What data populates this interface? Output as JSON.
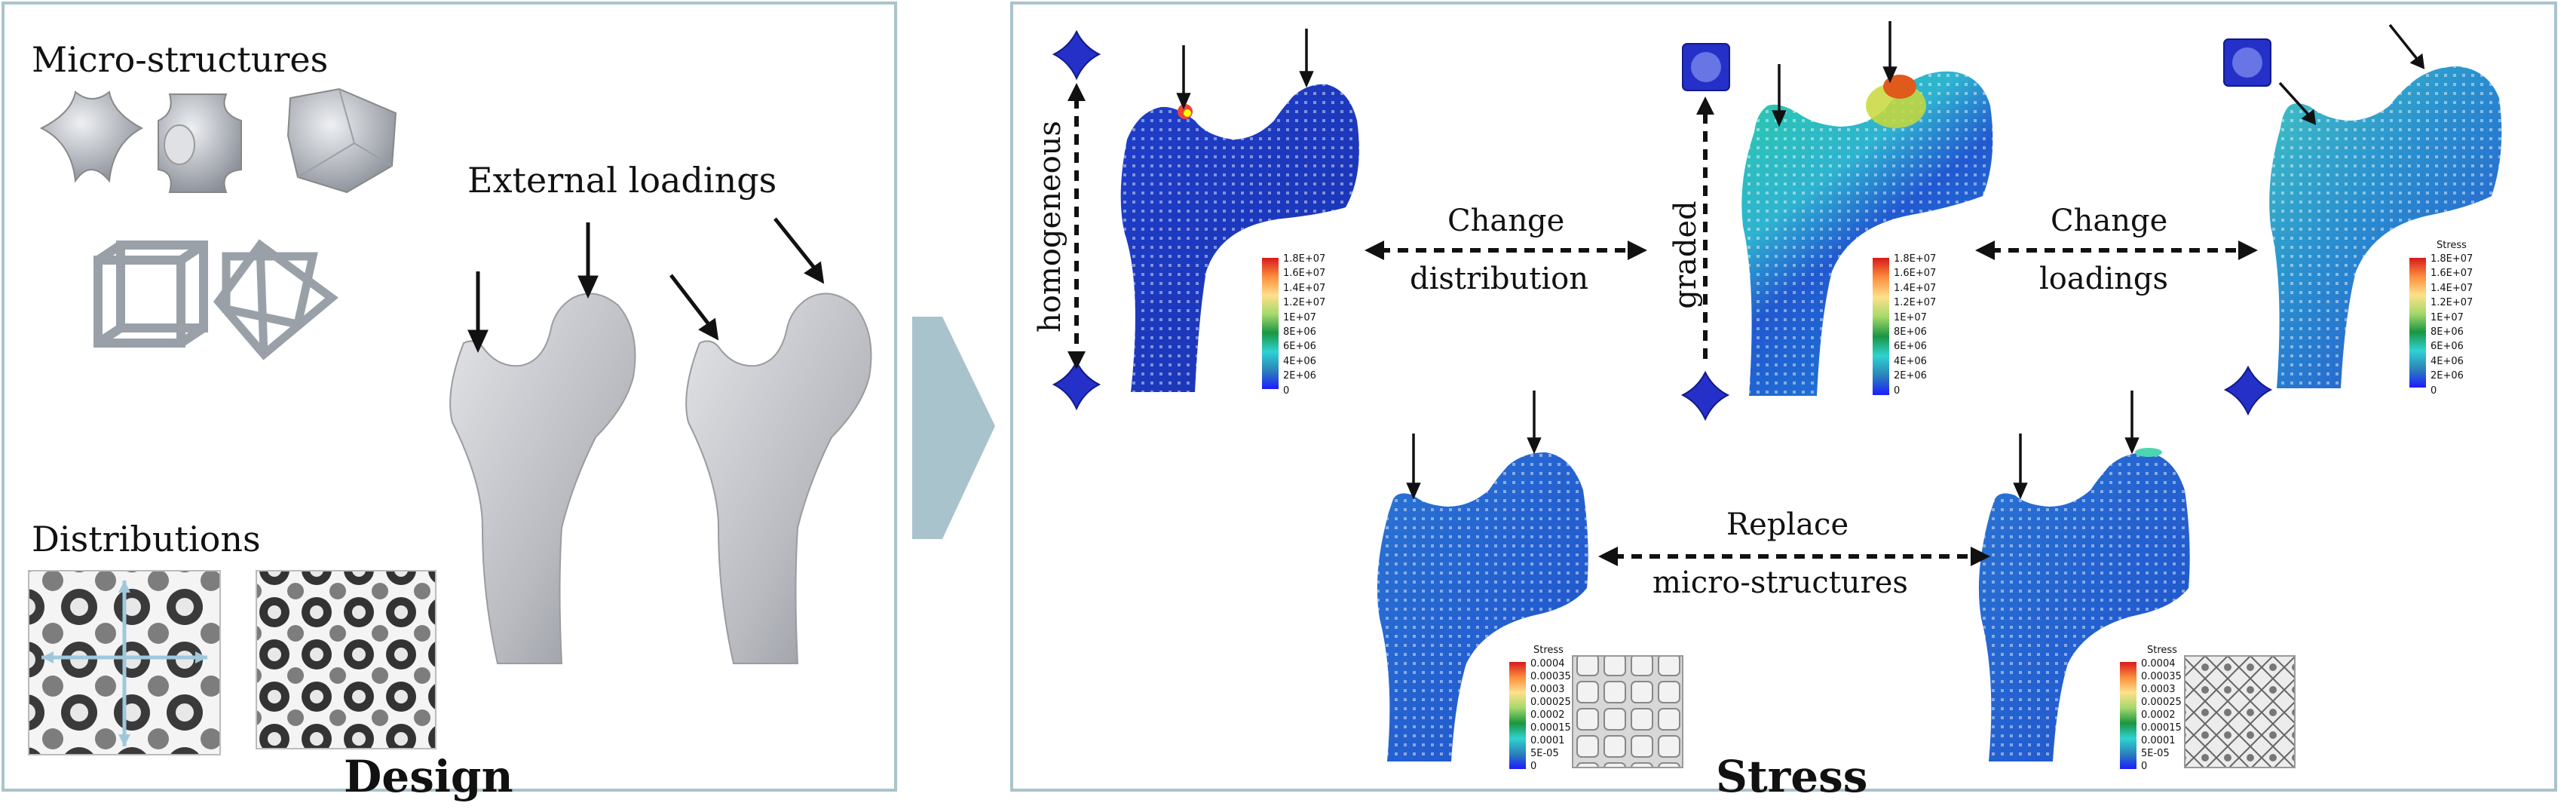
{
  "design": {
    "microstructures_label": "Micro-structures",
    "distributions_label": "Distributions",
    "external_loadings_label": "External loadings",
    "title": "Design"
  },
  "stress": {
    "homogeneous_label": "homogeneous",
    "graded_label": "graded",
    "change_distribution_line1": "Change",
    "change_distribution_line2": "distribution",
    "change_loadings_line1": "Change",
    "change_loadings_line2": "loadings",
    "replace_line1": "Replace",
    "replace_line2": "micro-structures",
    "title": "Stress"
  },
  "colorbar_large": {
    "title": "Stress",
    "ticks": [
      "1.8E+07",
      "1.6E+07",
      "1.4E+07",
      "1.2E+07",
      "1E+07",
      "8E+06",
      "6E+06",
      "4E+06",
      "2E+06",
      "0"
    ]
  },
  "colorbar_small": {
    "title": "Stress",
    "ticks": [
      "0.0004",
      "0.00035",
      "0.0003",
      "0.00025",
      "0.0002",
      "0.00015",
      "0.0001",
      "5E-05",
      "0"
    ]
  },
  "colors": {
    "panel_border": "#a9c3cc",
    "arrow_fill": "#a9c3cc",
    "bone_grey": "#c9cace",
    "stress_blue": "#1f5fd6",
    "marker_blue": "#2430c8"
  }
}
